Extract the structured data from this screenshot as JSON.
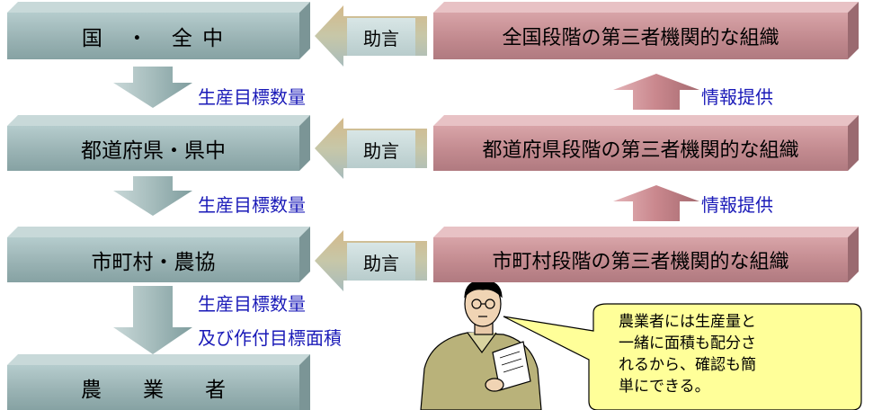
{
  "levels": [
    {
      "left": "国　・　全 中",
      "right": "全国段階の第三者機関的な組織",
      "advice": "助言"
    },
    {
      "left": "都道府県・県中",
      "right": "都道府県段階の第三者機関的な組織",
      "advice": "助言"
    },
    {
      "left": "市町村・農協",
      "right": "市町村段階の第三者機関的な組織",
      "advice": "助言"
    }
  ],
  "farmer": "農　　業　　者",
  "down_labels": [
    "生産目標数量",
    "生産目標数量",
    "生産目標数量",
    "及び作付目標面積"
  ],
  "up_labels": [
    "情報提供",
    "情報提供"
  ],
  "speech": {
    "lines": [
      "農業者には生産量と",
      "一緒に面積も配分さ",
      "れるから、確認も簡",
      "単にできる。"
    ]
  },
  "colors": {
    "left_box": "#9ab3b4",
    "right_box": "#c28a8f",
    "arrow_left": "#a3b9b9",
    "arrow_up": "#c28a8f",
    "label_text": "#1a1ab8",
    "bubble_fill": "#ffff99"
  },
  "figure": "farmer-with-clipboard"
}
